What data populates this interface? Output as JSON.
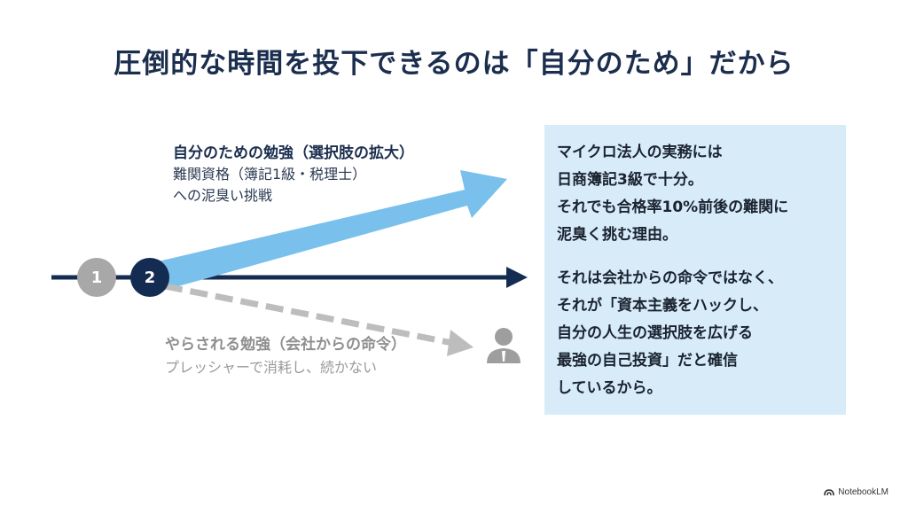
{
  "title": "圧倒的な時間を投下できるのは「自分のため」だから",
  "steps": [
    "1",
    "2"
  ],
  "upper_path": {
    "heading": "自分のための勉強（選択肢の拡大）",
    "lines": [
      "難関資格（簿記1級・税理士）",
      "への泥臭い挑戦"
    ]
  },
  "lower_path": {
    "heading": "やらされる勉強（会社からの命令）",
    "lines": [
      "プレッシャーで消耗し、続かない"
    ]
  },
  "panel": {
    "para1": [
      "マイクロ法人の実務には",
      "日商簿記3級で十分。",
      "それでも合格率10%前後の難関に",
      "泥臭く挑む理由。"
    ],
    "para2": [
      "それは会社からの命令ではなく、",
      "それが「資本主義をハックし、",
      "自分の人生の選択肢を広げる",
      "最強の自己投資」だと確信",
      "しているから。"
    ]
  },
  "brand": "NotebookLM",
  "colors": {
    "navy": "#152c52",
    "light_blue_arrow": "#79c1ec",
    "gray": "#a8a8a8",
    "panel_bg": "#d7ebf8"
  },
  "icons": [
    "person-icon",
    "notebooklm-logo-icon"
  ]
}
